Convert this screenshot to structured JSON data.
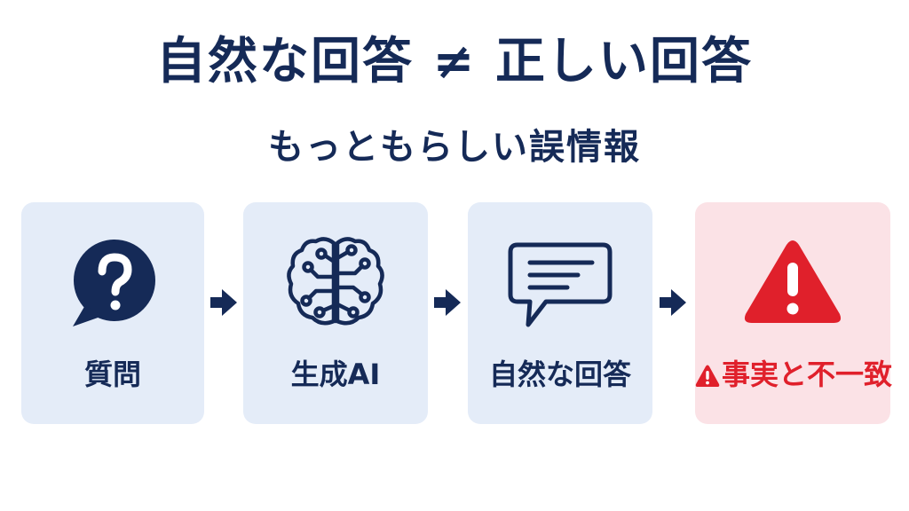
{
  "title": "自然な回答 ≠ 正しい回答",
  "subtitle": "もっともらしい誤情報",
  "flow": {
    "steps": [
      {
        "label": "質問",
        "icon": "question-bubble-icon"
      },
      {
        "label": "生成AI",
        "icon": "brain-circuit-icon"
      },
      {
        "label": "自然な回答",
        "icon": "chat-message-icon"
      },
      {
        "label": "事実と不一致",
        "icon": "warning-triangle-icon",
        "prefix_icon": "warning-icon"
      }
    ]
  },
  "colors": {
    "navy": "#152a57",
    "card_blue": "#e4ecf8",
    "card_pink": "#fbe2e6",
    "alert_red": "#e0202b"
  }
}
